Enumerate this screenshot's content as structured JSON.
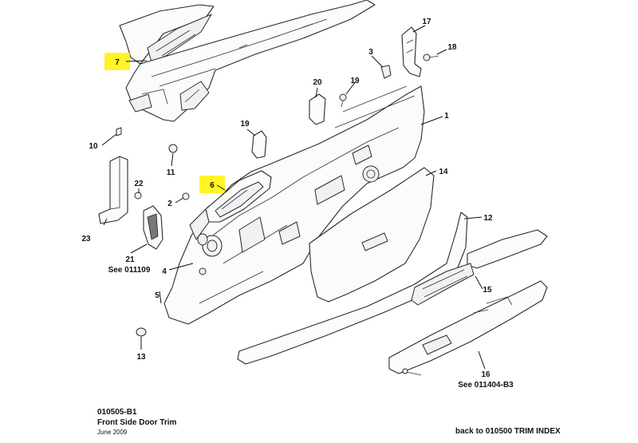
{
  "document": {
    "code": "010505-B1",
    "title": "Front Side Door Trim",
    "date": "June 2009"
  },
  "back_link": "back to 010500 TRIM INDEX",
  "callouts": {
    "c1": "1",
    "c2": "2",
    "c3": "3",
    "c4": "4",
    "c5": "5",
    "c6": "6",
    "c7": "7",
    "c10": "10",
    "c11": "11",
    "c12": "12",
    "c13": "13",
    "c14": "14",
    "c15": "15",
    "c16": "16",
    "c17": "17",
    "c18": "18",
    "c19": "19",
    "c20": "20",
    "c21": "21",
    "c22": "22",
    "c23": "23"
  },
  "see_refs": {
    "r21": "See 011109",
    "r16": "See 011404-B3"
  },
  "highlight_color": "#fff200"
}
